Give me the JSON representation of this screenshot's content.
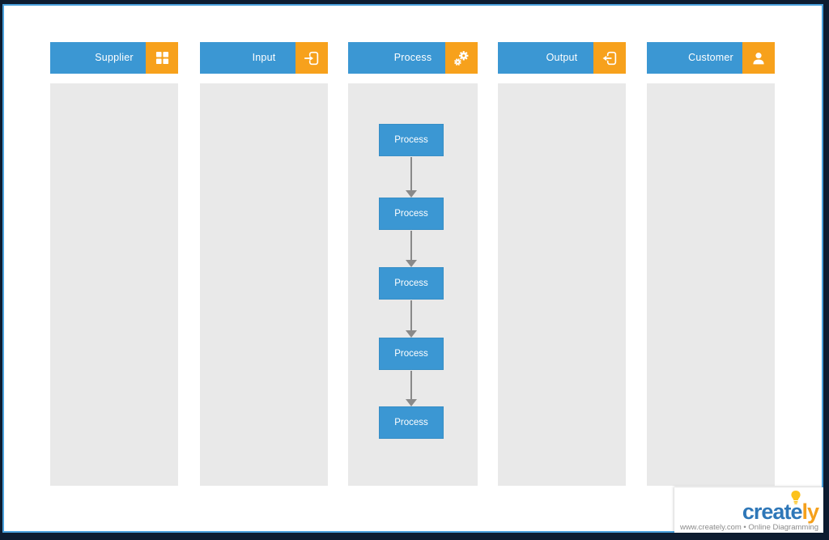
{
  "columns": [
    {
      "label": "Supplier",
      "icon": "grid-icon"
    },
    {
      "label": "Input",
      "icon": "sign-in-icon"
    },
    {
      "label": "Process",
      "icon": "gears-icon"
    },
    {
      "label": "Output",
      "icon": "sign-out-icon"
    },
    {
      "label": "Customer",
      "icon": "user-icon"
    }
  ],
  "process_steps": [
    {
      "label": "Process"
    },
    {
      "label": "Process"
    },
    {
      "label": "Process"
    },
    {
      "label": "Process"
    },
    {
      "label": "Process"
    }
  ],
  "branding": {
    "logo_primary": "create",
    "logo_secondary": "ly",
    "tagline": "www.creately.com • Online Diagramming"
  },
  "colors": {
    "lane_header_blue": "#3b97d3",
    "icon_box_orange": "#f7a11c",
    "lane_body_gray": "#e9e9e9",
    "connector_gray": "#8a8a8a",
    "frame_navy": "#0d1c30",
    "frame_inner_blue": "#4aa0dc",
    "logo_blue": "#2e77b8",
    "logo_orange": "#f5a01c",
    "bulb_yellow": "#fcc21b"
  }
}
